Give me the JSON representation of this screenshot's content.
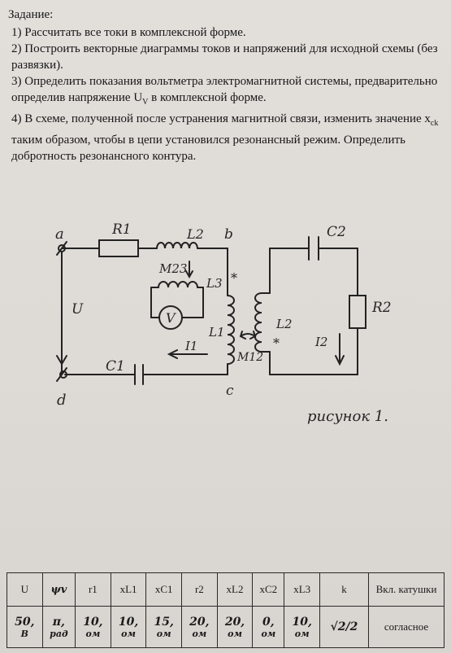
{
  "task": {
    "title": "Задание:",
    "items": [
      "1)  Рассчитать все токи в комплексной форме.",
      "2)  Построить векторные диаграммы токов и напряжений для исходной схемы (без развязки).",
      "3)  Определить показания вольтметра электромагнитной системы, предварительно определив напряжение U",
      "4) В схеме, полученной после устранения магнитной связи, изменить значение x",
      "таким образом, чтобы в цепи установился резонансный режим. Определить добротность резонансного контура."
    ],
    "item3_sub": "V",
    "item3_tail": " в комплексной форме.",
    "item4_sub": "ck"
  },
  "figure": {
    "caption": "рисунок 1.",
    "labels": {
      "node_a": "a",
      "node_b": "b",
      "node_c": "c",
      "node_d": "d",
      "R1": "R1",
      "L2_top": "L2",
      "M23": "M23",
      "L3": "L3",
      "voltmeter": "V",
      "L1": "L1",
      "I1": "I1",
      "C1": "C1",
      "M12": "M12",
      "U": "U",
      "C2": "C2",
      "R2": "R2",
      "L2_sec": "L2",
      "I2": "I2",
      "star_top": "*",
      "star_bottom": "*"
    }
  },
  "table": {
    "headers": [
      "U",
      "ψv",
      "r1",
      "xL1",
      "xC1",
      "r2",
      "xL2",
      "xC2",
      "xL3",
      "k",
      "Вкл. катушки"
    ],
    "values": [
      [
        "50,",
        "В"
      ],
      [
        "π,",
        "рад"
      ],
      [
        "10,",
        "ом"
      ],
      [
        "10,",
        "ом"
      ],
      [
        "15,",
        "ом"
      ],
      [
        "20,",
        "ом"
      ],
      [
        "20,",
        "ом"
      ],
      [
        "0,",
        "ом"
      ],
      [
        "10,",
        "ом"
      ],
      [
        "√2/2",
        ""
      ],
      [
        "согласное",
        ""
      ]
    ]
  }
}
